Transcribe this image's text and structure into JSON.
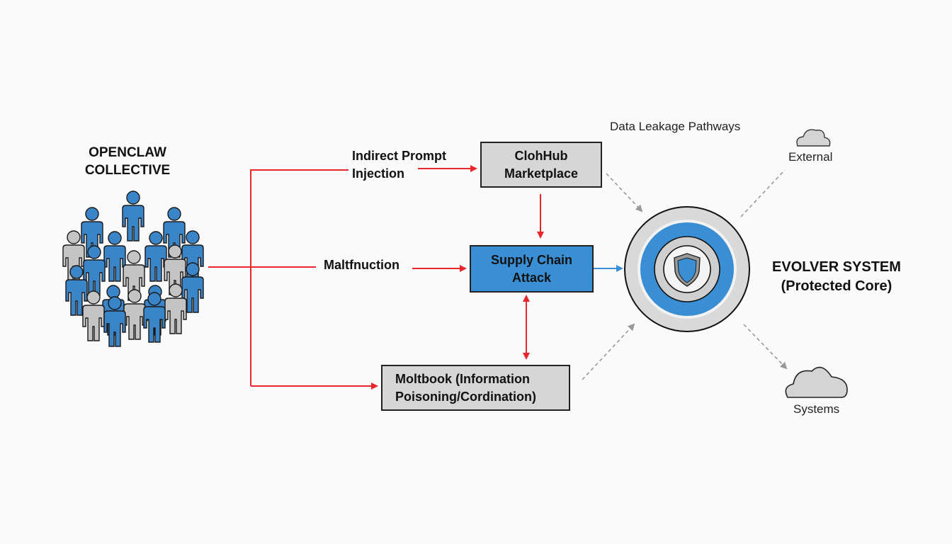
{
  "collective": {
    "title_line1": "OPENCLAW",
    "title_line2": "COLLECTIVE",
    "icon": "crowd-of-people-icon"
  },
  "flows": {
    "indirect_prompt_injection": [
      "Indirect Prompt",
      "Injection"
    ],
    "malfunction": "Maltfnuction"
  },
  "nodes": {
    "clohhub": [
      "ClohHub",
      "Marketplace"
    ],
    "supply_chain": [
      "Supply Chain",
      "Attack"
    ],
    "moltbook": [
      "Moltbook (Information",
      "Poisoning/Cordination)"
    ]
  },
  "core": {
    "title_line1": "EVOLVER SYSTEM",
    "title_line2": "(Protected Core)",
    "icon": "shield-icon"
  },
  "leakage": {
    "title": "Data Leakage Pathways",
    "external_label": "External",
    "systems_label": "Systems",
    "cloud_icon": "cloud-icon"
  },
  "colors": {
    "threat_red": "#e8262b",
    "core_blue": "#3a8fd4",
    "node_grey": "#d6d6d6",
    "dashed_grey": "#999999"
  }
}
